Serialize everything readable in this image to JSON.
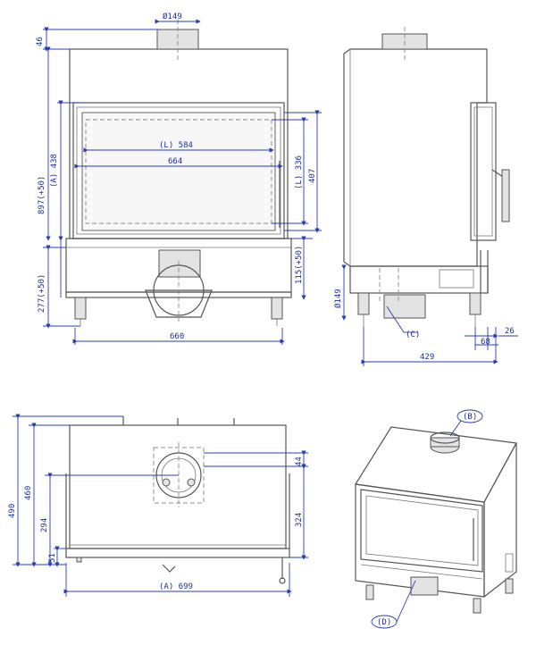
{
  "front_view": {
    "dims": {
      "flue_dia": "Ø149",
      "top_h": "46",
      "total_h": "897(+50)",
      "glass_a": "(A) 438",
      "glass_l_w": "(L) 584",
      "inner_w": "664",
      "glass_l_h": "(L) 336",
      "frame_h": "407",
      "lower_h": "277(+50)",
      "side_115": "115(+50)",
      "base_w": "660"
    }
  },
  "side_view": {
    "dims": {
      "flue_dia": "Ø149",
      "label_c": "(C)",
      "d68": "68",
      "d26": "26",
      "depth": "429"
    }
  },
  "top_view": {
    "dims": {
      "d490": "490",
      "d460": "460",
      "d294": "294",
      "d51": "51",
      "d44": "44",
      "d324": "324",
      "width_a": "(A) 699"
    }
  },
  "iso_view": {
    "labels": {
      "b": "(B)",
      "d": "(D)"
    }
  },
  "colors": {
    "dimension": "#2a3cb0",
    "outline": "#555555"
  }
}
